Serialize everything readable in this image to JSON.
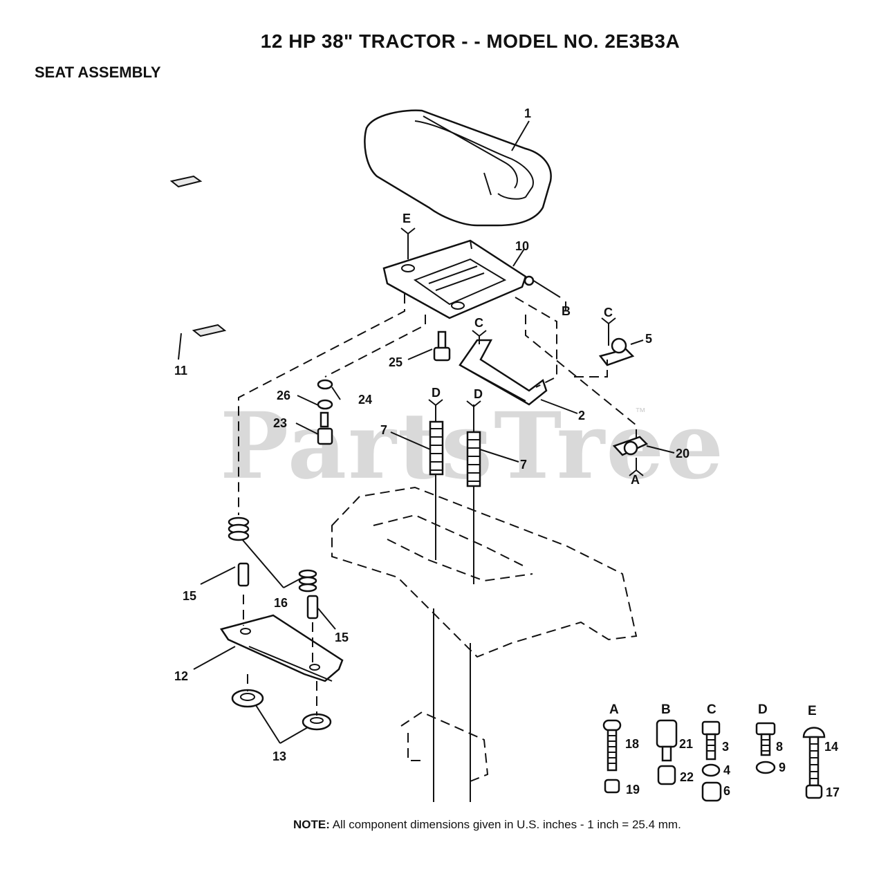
{
  "title": "12 HP 38\" TRACTOR - - MODEL NO.  2E3B3A",
  "subtitle": "SEAT ASSEMBLY",
  "watermark": "PartsTree",
  "watermark_tm": "™",
  "note": {
    "label": "NOTE:",
    "text": "All component dimensions given in U.S. inches - 1 inch = 25.4 mm."
  },
  "callouts": {
    "seat": "1",
    "seat_pan": "10",
    "b_ref": "B",
    "e_ref": "E",
    "c_ref_clip": "C",
    "clip_5": "5",
    "c_ref_bracket": "C",
    "bracket_2": "2",
    "pads_11": "11",
    "bolt_25": "25",
    "nut_24": "24",
    "washer_26": "26",
    "nut_23": "23",
    "d_ref_left": "D",
    "d_ref_right": "D",
    "spring_7_left": "7",
    "spring_7_right": "7",
    "clip_20": "20",
    "a_ref": "A",
    "spacer_15_left": "15",
    "spring_16": "16",
    "spacer_15_right": "15",
    "plate_12": "12",
    "bushing_13": "13"
  },
  "hardware": {
    "A": {
      "letter": "A",
      "parts": [
        "18",
        "19"
      ]
    },
    "B": {
      "letter": "B",
      "parts": [
        "21",
        "22"
      ]
    },
    "C": {
      "letter": "C",
      "parts": [
        "3",
        "4",
        "6"
      ]
    },
    "D": {
      "letter": "D",
      "parts": [
        "8",
        "9"
      ]
    },
    "E": {
      "letter": "E",
      "parts": [
        "14",
        "17"
      ]
    }
  }
}
